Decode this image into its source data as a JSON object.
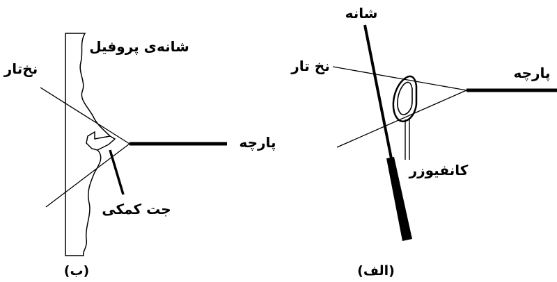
{
  "diagram_b": {
    "caption": "(ب)",
    "labels": {
      "profile_reed": "شانه‌ی پروفیل",
      "warp_yarn": "نخ‌تار",
      "fabric": "پارچه",
      "auxiliary_jet": "جت کمکی"
    }
  },
  "diagram_a": {
    "caption": "(الف)",
    "labels": {
      "reed": "شانه",
      "warp_yarn": "نخ تار",
      "fabric": "پارچه",
      "confuser": "کانفیوزر"
    }
  }
}
